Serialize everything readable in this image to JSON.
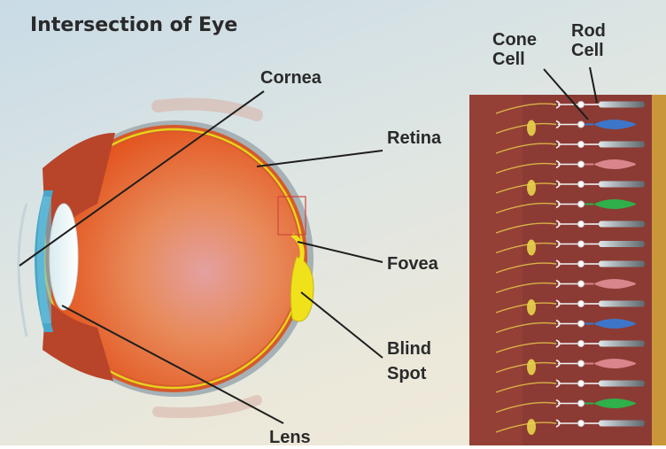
{
  "title": "Intersection of Eye",
  "labels": {
    "cornea": "Cornea",
    "retina": "Retina",
    "fovea": "Fovea",
    "blind_spot_line1": "Blind",
    "blind_spot_line2": "Spot",
    "lens": "Lens",
    "cone_cell_line1": "Cone",
    "cone_cell_line2": "Cell",
    "rod_cell_line1": "Rod",
    "rod_cell_line2": "Cell"
  },
  "colors": {
    "eyeball_orange": "#e2572a",
    "retina_yellow": "#e8d21a",
    "cornea_blue": "#4aa7c9",
    "tissue_red": "#8e3a35",
    "cone_blue": "#3d76c9",
    "cone_green": "#2fb04a",
    "cone_red": "#d9858c",
    "rod_gray": "#9aa3a8"
  },
  "retina_cells": [
    "rod",
    "cone-blue",
    "rod",
    "cone-red",
    "rod",
    "cone-green",
    "rod",
    "rod",
    "rod",
    "cone-red",
    "rod",
    "cone-blue",
    "rod",
    "cone-red",
    "rod",
    "cone-green",
    "rod"
  ]
}
